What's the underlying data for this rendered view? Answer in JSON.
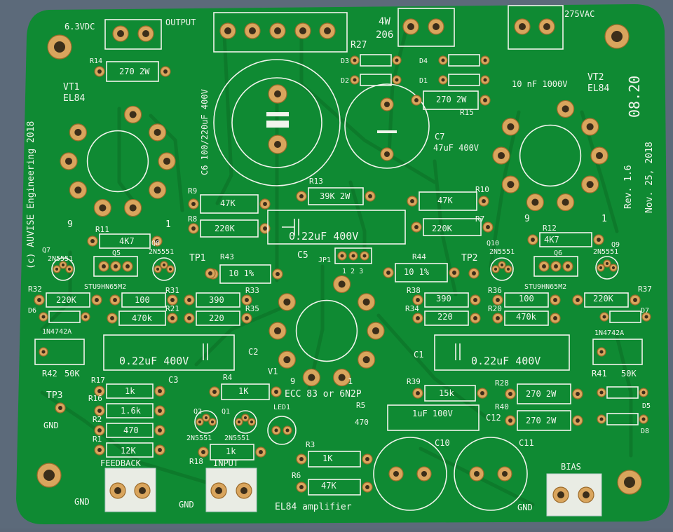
{
  "board": {
    "title": "EL84 amplifier",
    "copyright": "(c) AUVISE Engineering 2018",
    "revision": "Rev. 1.6",
    "date": "Nov. 25, 2018",
    "handwritten": "08.20",
    "colors": {
      "pcb": "#0f8a33",
      "silk": "#f1f4ec",
      "pad": "#d9a55d"
    }
  },
  "connectors": {
    "heater": "6.3VDC",
    "output": "OUTPUT",
    "mains": "275VAC",
    "feedback": "FEEDBACK",
    "input": "INPUT",
    "bias": "BIAS",
    "gnd": "GND"
  },
  "tubes": {
    "vt1": {
      "ref": "VT1",
      "type": "EL84",
      "pin9": "9",
      "pin1": "1"
    },
    "vt2": {
      "ref": "VT2",
      "type": "EL84",
      "pin9": "9",
      "pin1": "1"
    },
    "v1": {
      "ref": "V1",
      "type": "ECC 83 or 6N2P",
      "pin9": "9",
      "pin1": "1"
    }
  },
  "capacitors": {
    "c6": "C6 100/220uF 400V",
    "c7_ref": "C7",
    "c7_val": "47uF 400V",
    "c5_ref": "C5",
    "c5_val": "0.22uF 400V",
    "c1_ref": "C1",
    "c1_val": "0.22uF 400V",
    "c2_ref": "C2",
    "c2_val": "0.22uF 400V",
    "c12_ref": "C12",
    "c12_val": "1uF 100V",
    "c10": "C10",
    "c11": "C11",
    "c3": "C3",
    "snub": "10 nF 1000V",
    "c8_ref": "4W",
    "c8_val": "206"
  },
  "resistors": {
    "r14": {
      "ref": "R14",
      "val": "270 2W"
    },
    "r15": {
      "ref": "R15",
      "val": "270 2W"
    },
    "r27": {
      "ref": "R27",
      "val": ""
    },
    "r13": {
      "ref": "R13",
      "val": "39K 2W"
    },
    "r9": {
      "ref": "R9",
      "val": "47K"
    },
    "r8": {
      "ref": "R8",
      "val": "220K"
    },
    "r10": {
      "ref": "R10",
      "val": "47K"
    },
    "r7": {
      "ref": "R7",
      "val": "220K"
    },
    "r11": {
      "ref": "R11",
      "val": "4K7"
    },
    "r12": {
      "ref": "R12",
      "val": "4K7"
    },
    "r43": {
      "ref": "R43",
      "val": "10 1%"
    },
    "r44": {
      "ref": "R44",
      "val": "10 1%"
    },
    "r32": {
      "ref": "R32",
      "val": "220K"
    },
    "r31": {
      "ref": "R31",
      "val": "100"
    },
    "r21": {
      "ref": "R21",
      "val": "470k"
    },
    "r33": {
      "ref": "R33",
      "val": "390"
    },
    "r35": {
      "ref": "R35",
      "val": "220"
    },
    "r38": {
      "ref": "R38",
      "val": "390"
    },
    "r34": {
      "ref": "R34",
      "val": "220"
    },
    "r36": {
      "ref": "R36",
      "val": "100"
    },
    "r20": {
      "ref": "R20",
      "val": "470k"
    },
    "r37": {
      "ref": "R37",
      "val": "220K"
    },
    "r17": {
      "ref": "R17",
      "val": "1k"
    },
    "r16": {
      "ref": "R16",
      "val": "1.6k"
    },
    "r2": {
      "ref": "R2",
      "val": "470"
    },
    "r1": {
      "ref": "R1",
      "val": "12K"
    },
    "r4": {
      "ref": "R4",
      "val": "1K"
    },
    "r18": {
      "ref": "R18",
      "val": "1k"
    },
    "r3": {
      "ref": "R3",
      "val": "1K"
    },
    "r6": {
      "ref": "R6",
      "val": "47K"
    },
    "r39": {
      "ref": "R39",
      "val": "15k"
    },
    "r28": {
      "ref": "R28",
      "val": "270 2W"
    },
    "r40": {
      "ref": "R40",
      "val": "270 2W"
    },
    "r5": {
      "ref": "R5",
      "val": "470"
    },
    "r42": {
      "ref": "R42",
      "val": "50K"
    },
    "r41": {
      "ref": "R41",
      "val": "50K"
    }
  },
  "semis": {
    "q5": "Q5",
    "q6": "Q6",
    "q7": "Q7",
    "q8": "Q8",
    "q9": "Q9",
    "q10": "Q10",
    "q1": "Q1",
    "q2": "Q2",
    "npn": "2N5551",
    "mosfet": "STU9HN65M2",
    "zener": "1N4742A",
    "d1": "D1",
    "d2": "D2",
    "d3": "D3",
    "d4": "D4",
    "d5": "D5",
    "d6": "D6",
    "d7": "D7",
    "d8": "D8",
    "led1": "LED1",
    "jp1": "JP1",
    "jp_pins": "1 2 3",
    "tp1": "TP1",
    "tp2": "TP2",
    "tp3": "TP3"
  }
}
